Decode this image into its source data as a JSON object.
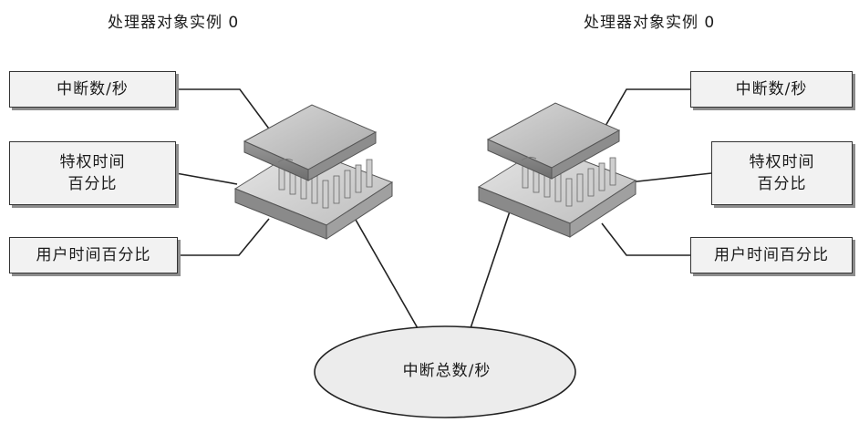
{
  "left": {
    "title": "处理器对象实例 0",
    "interrupts": "中断数/秒",
    "privileged_line1": "特权时间",
    "privileged_line2": "百分比",
    "user_time": "用户时间百分比"
  },
  "right": {
    "title": "处理器对象实例 0",
    "interrupts": "中断数/秒",
    "privileged_line1": "特权时间",
    "privileged_line2": "百分比",
    "user_time": "用户时间百分比"
  },
  "total": {
    "label": "中断总数/秒"
  },
  "colors": {
    "box_fill": "#f2f2f2",
    "box_border": "#333333",
    "chip_gray": "#9a9a9a",
    "ellipse_fill": "#ececec"
  },
  "icons": [
    "processor-chip-icon",
    "processor-chip-icon"
  ]
}
